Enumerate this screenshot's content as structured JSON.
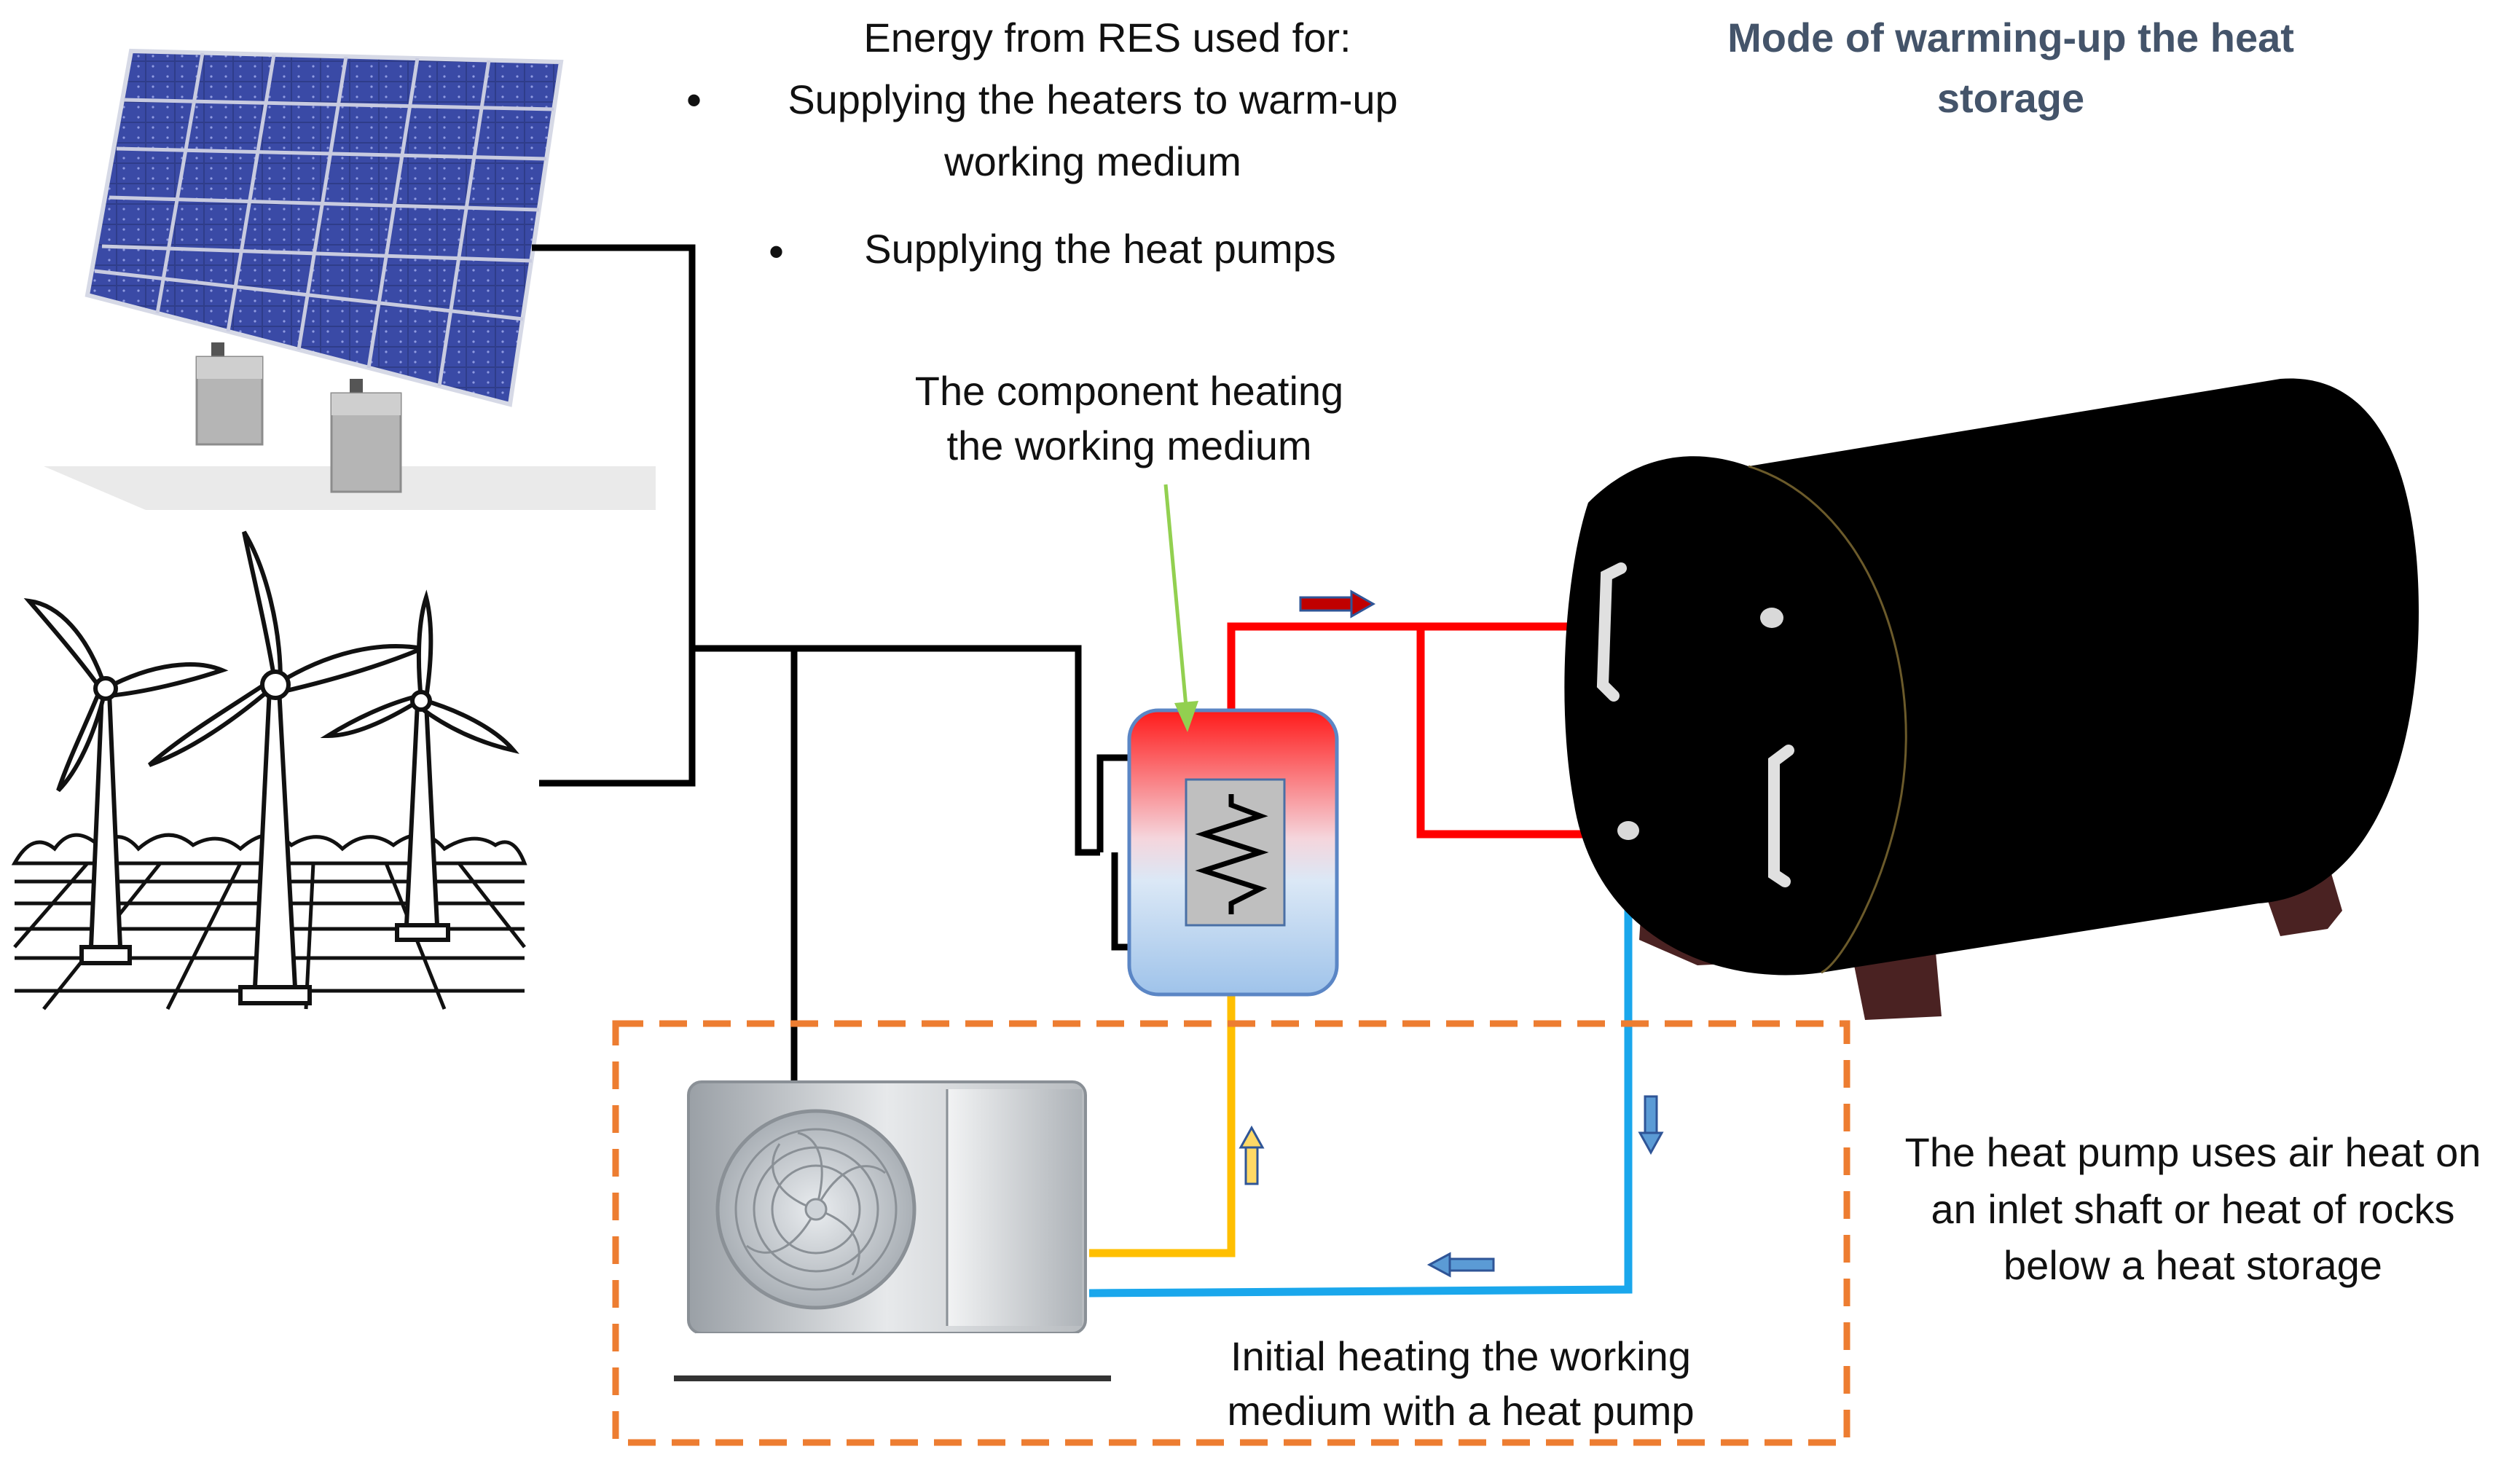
{
  "header": {
    "energy_title": "Energy from RES used for:",
    "uses": [
      {
        "line1": "Supplying the heaters to warm-up",
        "line2": "working medium"
      },
      {
        "line1": "Supplying the heat pumps"
      }
    ],
    "mode_title_line1": "Mode of warming-up the heat",
    "mode_title_line2": "storage"
  },
  "labels": {
    "heater_component_line1": "The component heating",
    "heater_component_line2": "the working medium",
    "heat_pump_note_line1": "The heat pump uses air heat on",
    "heat_pump_note_line2": "an inlet shaft or heat of rocks",
    "heat_pump_note_line3": "below a heat storage",
    "initial_heating_line1": "Initial heating the working",
    "initial_heating_line2": "medium with a heat pump"
  },
  "components": {
    "sources": [
      "solar-panel-icon",
      "wind-turbines-icon"
    ],
    "heater": "heater-tank-icon",
    "heat_pump": "heat-pump-unit-icon",
    "storage": "heat-storage-tank-icon"
  },
  "colors": {
    "hot_pipe": "#ff0000",
    "cold_pipe": "#1aa7ec",
    "warm_pipe": "#ffbf00",
    "power_line": "#000000",
    "dashed_box": "#ed7d31",
    "title": "#44546a",
    "pointer": "#92d050",
    "tank_body": "#000000",
    "tank_support": "#4a2222"
  }
}
